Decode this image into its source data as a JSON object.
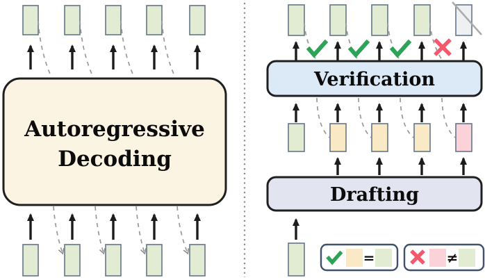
{
  "diagram": {
    "left_panel": {
      "title_line1": "Autoregressive",
      "title_line2": "Decoding",
      "output_tokens": [
        "green",
        "green",
        "green",
        "green",
        "green"
      ],
      "input_tokens": [
        "green",
        "green",
        "green",
        "green",
        "green"
      ]
    },
    "right_panel": {
      "verification_label": "Verification",
      "drafting_label": "Drafting",
      "verified_tokens": [
        "green",
        "green",
        "green",
        "green",
        "rejected-gray-slashed"
      ],
      "verification_marks": [
        "check",
        "check",
        "check",
        "cross"
      ],
      "draft_tokens": [
        "green",
        "yellow",
        "yellow",
        "yellow",
        "pink"
      ],
      "input_token": "green"
    },
    "legend": {
      "accept_symbol": "check-icon",
      "accept_relation": "=",
      "reject_symbol": "cross-icon",
      "reject_relation": "≠"
    },
    "colors": {
      "token_green": "#E1ECD3",
      "token_yellow": "#F9E9C4",
      "token_pink": "#FBD2D8",
      "token_gray": "#EEF0F2",
      "autoregressive_box": "#FBF4E3",
      "verification_box": "#DCEAF8",
      "drafting_box": "#E2E4F0",
      "check_green": "#2CA356",
      "cross_red": "#F4586C"
    }
  }
}
